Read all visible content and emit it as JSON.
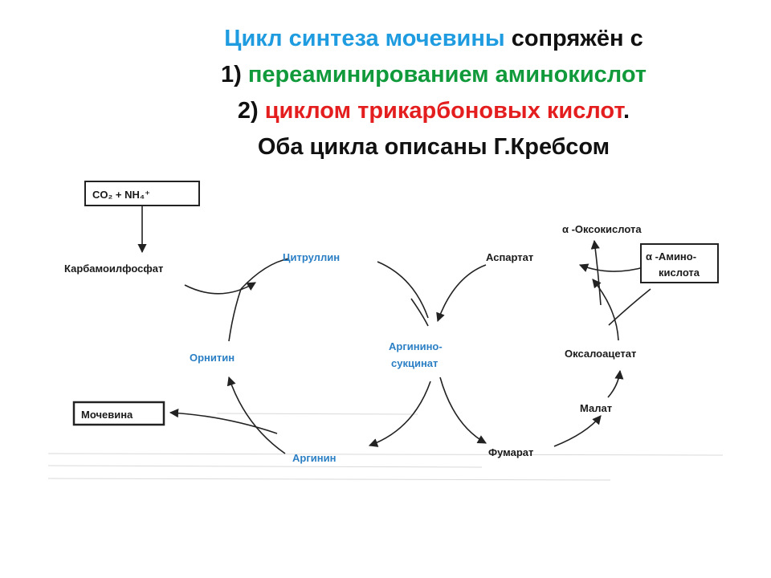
{
  "title": {
    "line1_blue": "Цикл синтеза мочевины",
    "line1_black": " сопряжён с",
    "line2_num": "1) ",
    "line2_green": "переаминированием аминокислот",
    "line3_num": "2) ",
    "line3_red": "циклом трикарбоновых кислот",
    "line3_dot": ".",
    "line4": "Оба цикла описаны Г.Кребсом"
  },
  "diagram": {
    "co2_nh4": "CO₂ + NH₄⁺",
    "carbamoyl": "Карбамоилфосфат",
    "citrulline": "Цитруллин",
    "ornithine": "Орнитин",
    "argininosuccinate_1": "Аргинино-",
    "argininosuccinate_2": "сукцинат",
    "arginine": "Аргинин",
    "urea": "Мочевина",
    "aspartate": "Аспартат",
    "oxaloacetate": "Оксалоацетат",
    "malate": "Малат",
    "fumarate": "Фумарат",
    "keto_acid": "α -Оксокислота",
    "amino_acid_1": "α -Амино-",
    "amino_acid_2": "кислота"
  },
  "colors": {
    "blue": "#1f9be0",
    "green": "#119a3b",
    "red": "#e41e1e",
    "node_blue": "#2b7fc4"
  }
}
